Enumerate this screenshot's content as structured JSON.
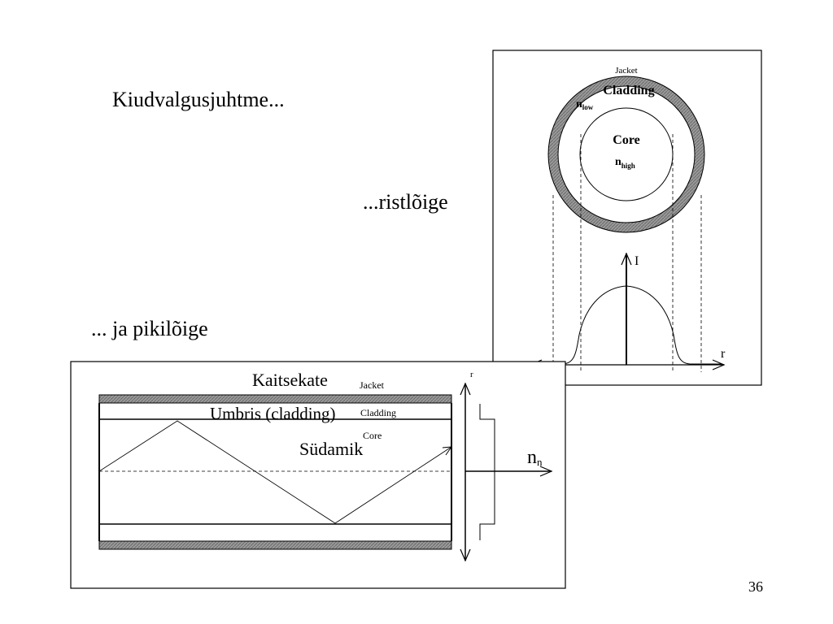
{
  "slide": {
    "title": "Kiudvalgusjuhtme...",
    "subtitle_cross": "...ristlõige",
    "subtitle_long": "... ja pikilõige",
    "page_number": "36"
  },
  "cross_section": {
    "jacket_label": "Jacket",
    "cladding_label": "Cladding",
    "n_low_base": "n",
    "n_low_sub": "low",
    "core_label": "Core",
    "n_high_base": "n",
    "n_high_sub": "high",
    "intensity_axis": "I",
    "radius_axis": "r"
  },
  "longitudinal": {
    "jacket_et": "Kaitsekate",
    "jacket_en": "Jacket",
    "cladding_et": "Umbris (cladding)",
    "cladding_en": "Cladding",
    "core_en": "Core",
    "core_et": "Südamik",
    "radius_axis": "r",
    "n_base": "n",
    "n_sub": "n"
  }
}
